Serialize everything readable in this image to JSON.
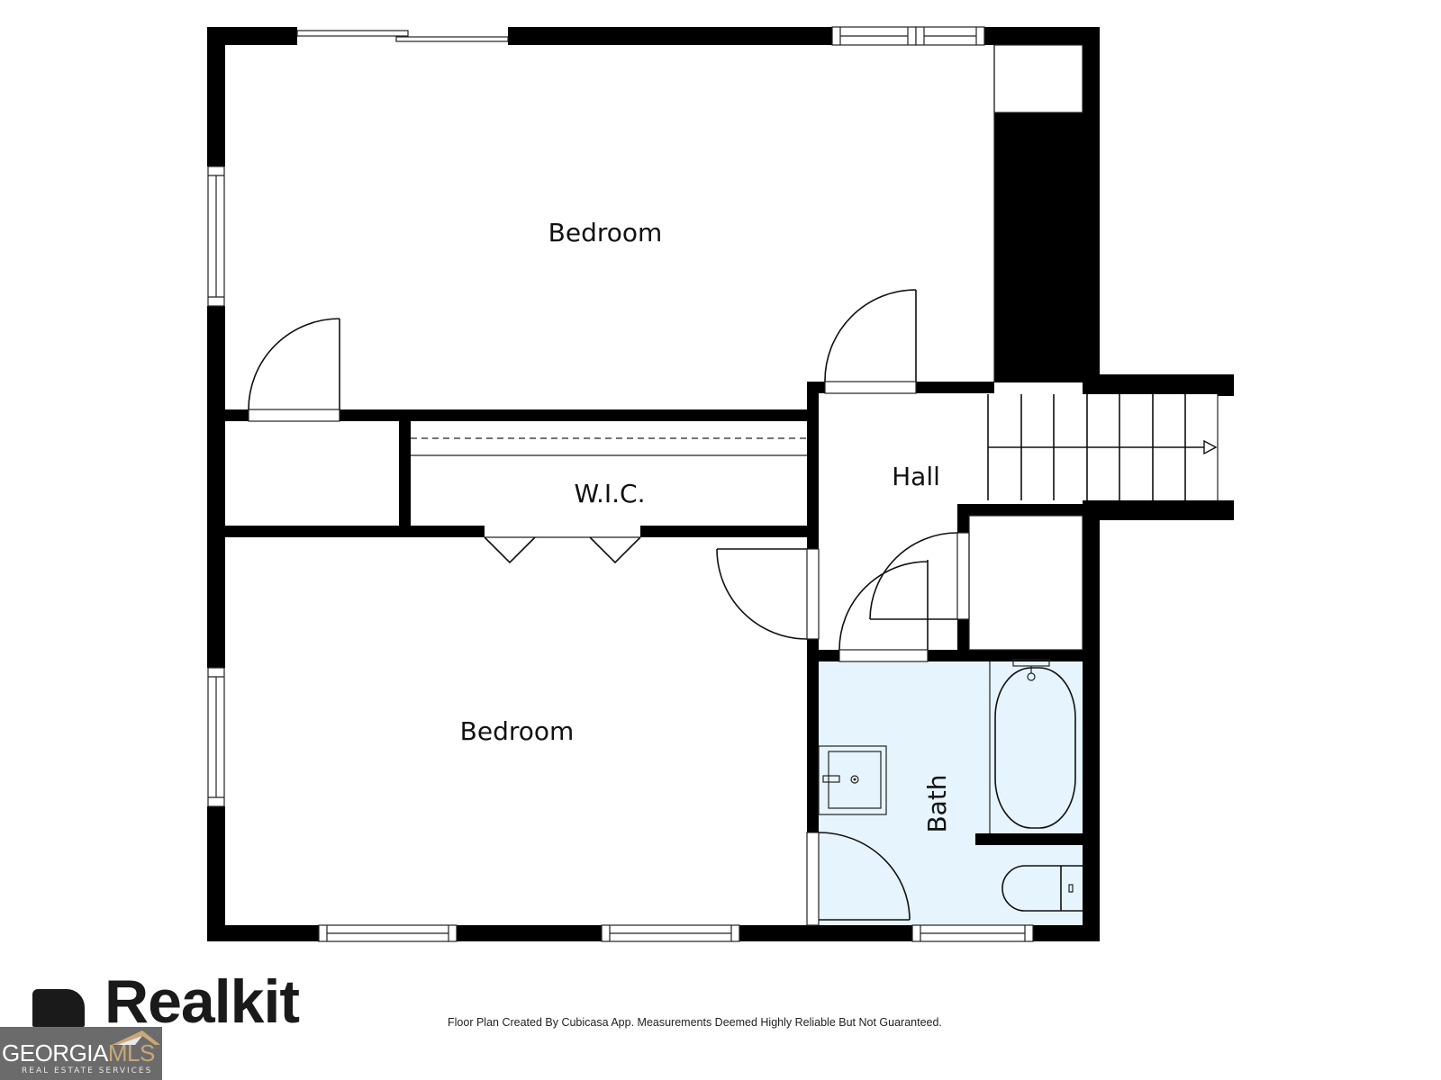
{
  "floor_plan": {
    "rooms": [
      {
        "id": "bedroom_upper",
        "label": "Bedroom"
      },
      {
        "id": "wic",
        "label": "W.I.C."
      },
      {
        "id": "hall",
        "label": "Hall"
      },
      {
        "id": "bedroom_lower",
        "label": "Bedroom"
      },
      {
        "id": "bath",
        "label": "Bath"
      }
    ],
    "colors": {
      "wall": "#000000",
      "bath_fill": "#e6f4fd",
      "background": "#ffffff"
    },
    "stairs": {
      "steps": 7,
      "direction": "right"
    }
  },
  "footer": {
    "disclaimer": "Floor Plan Created By Cubicasa App. Measurements Deemed Highly Reliable But Not Guaranteed.",
    "brand": "Realkit",
    "mls_name_part1": "GEORGIA",
    "mls_name_part2": "MLS",
    "mls_subtitle": "REAL ESTATE SERVICES"
  }
}
